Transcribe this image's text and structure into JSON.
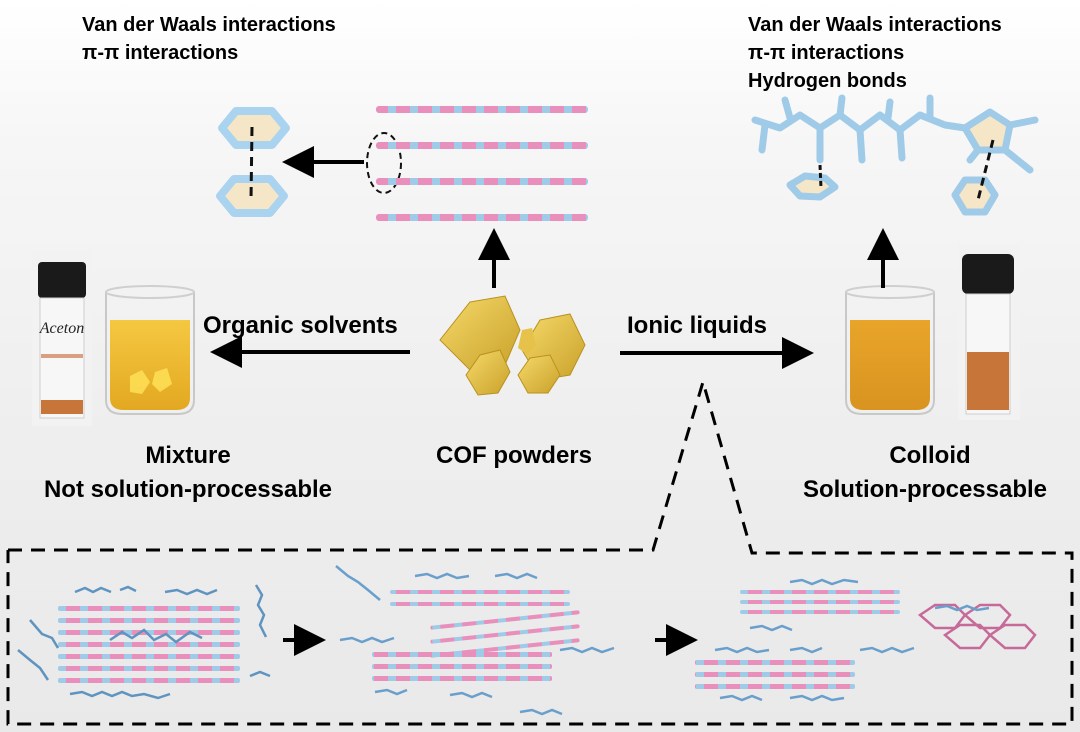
{
  "figure": {
    "left_interactions": [
      "Van der Waals interactions",
      "π-π interactions"
    ],
    "right_interactions": [
      "Van der Waals interactions",
      "π-π interactions",
      "Hydrogen bonds"
    ],
    "center_label": "COF powders",
    "left_arrow_label": "Organic solvents",
    "right_arrow_label": "Ionic liquids",
    "left_result": [
      "Mixture",
      "Not solution-processable"
    ],
    "right_result": [
      "Colloid",
      "Solution-processable"
    ],
    "vial_label": "Aceton"
  },
  "colors": {
    "cof_gold": "#e8c340",
    "ring_blue": "#a9d3ef",
    "ring_fill": "#f5e6c8",
    "layer_pink": "#e68fb8",
    "layer_blue": "#9fcbe8",
    "liquid_yellow": "#f0b92a",
    "colloid_amber": "#d99a2a",
    "vial_orange": "#c8753a",
    "cap_black": "#1a1a1a"
  }
}
